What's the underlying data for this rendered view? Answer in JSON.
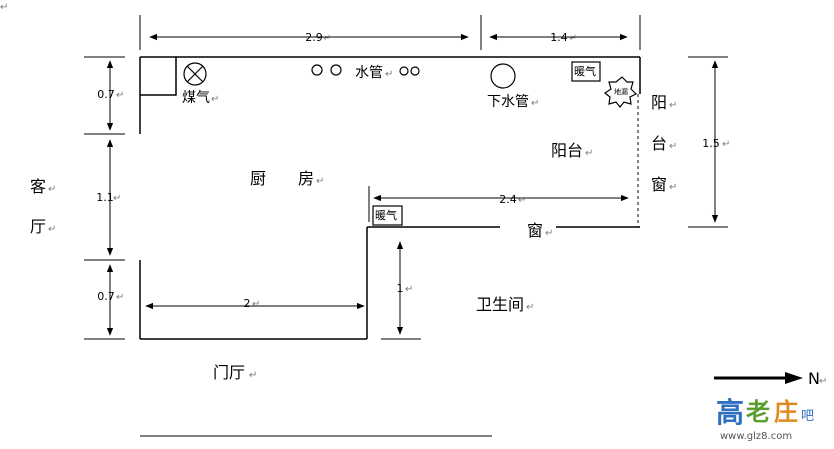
{
  "dimensions": {
    "top_left": "2.9",
    "top_right": "1.4",
    "left_upper": "0.7",
    "left_middle": "1.1",
    "left_lower": "0.7",
    "bottom_left": "2",
    "balcony_width": "1.5",
    "inner_top": "2.4",
    "bathroom_height": "1"
  },
  "labels": {
    "gas": "煤气",
    "water_pipe": "水管",
    "drain_pipe": "下水管",
    "heater_top": "暖气",
    "heater_mid": "暖气",
    "floor_drain": "地漏",
    "kitchen_1": "厨",
    "kitchen_2": "房",
    "balcony": "阳台",
    "balcony_window_1": "阳",
    "balcony_window_2": "台",
    "balcony_window_3": "窗",
    "window": "窗",
    "bathroom": "卫生间",
    "foyer": "门厅",
    "living_1": "客",
    "living_2": "厅",
    "north": "N",
    "paragraph_mark": "↵"
  },
  "watermark": {
    "logo": "高老庄吧",
    "url": "www.glz8.com"
  },
  "colors": {
    "line": "#000000",
    "watermark_blue": "#2f6fbf",
    "watermark_green": "#5a9e2f",
    "watermark_orange": "#e08a1e",
    "watermark_url": "#555555"
  }
}
